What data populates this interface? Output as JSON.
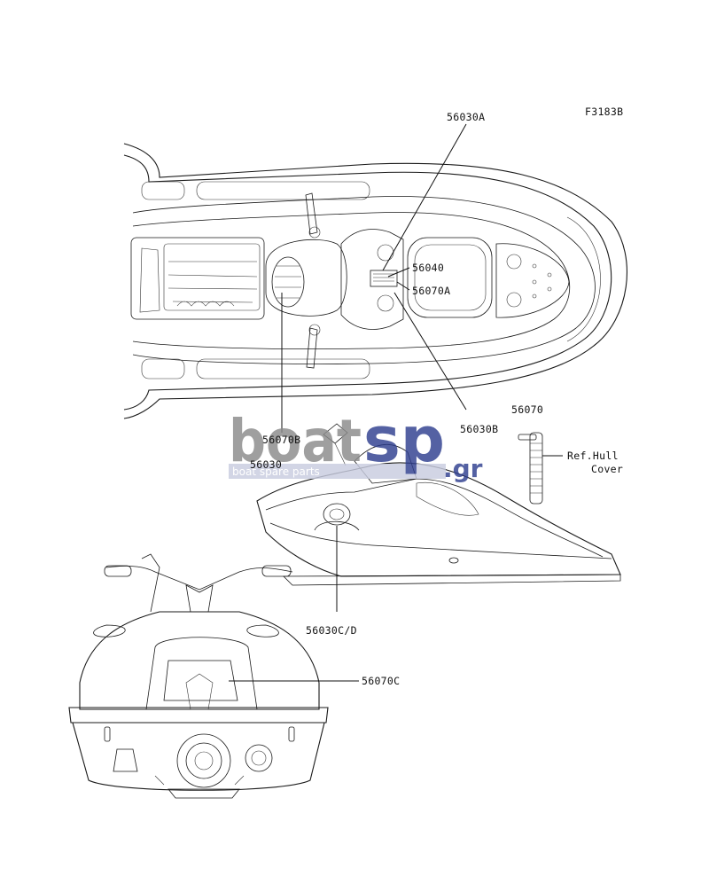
{
  "figure_code": "F3183B",
  "labels": {
    "l_56030A": "56030A",
    "l_56040": "56040",
    "l_56070A": "56070A",
    "l_56030B": "56030B",
    "l_56070": "56070",
    "l_ref1": "Ref.Hull",
    "l_ref2": "Cover",
    "l_56070B": "56070B",
    "l_56030": "56030",
    "l_56030CD": "56030C/D",
    "l_56070C": "56070C"
  },
  "watermark": {
    "word1": "boat",
    "word2": "sp",
    "suffix": ".gr",
    "tagline": "boat spare parts",
    "colors": {
      "grey": "#8a8a8a",
      "blue": "#2f3f8f",
      "bar": "#c9cde0"
    }
  }
}
